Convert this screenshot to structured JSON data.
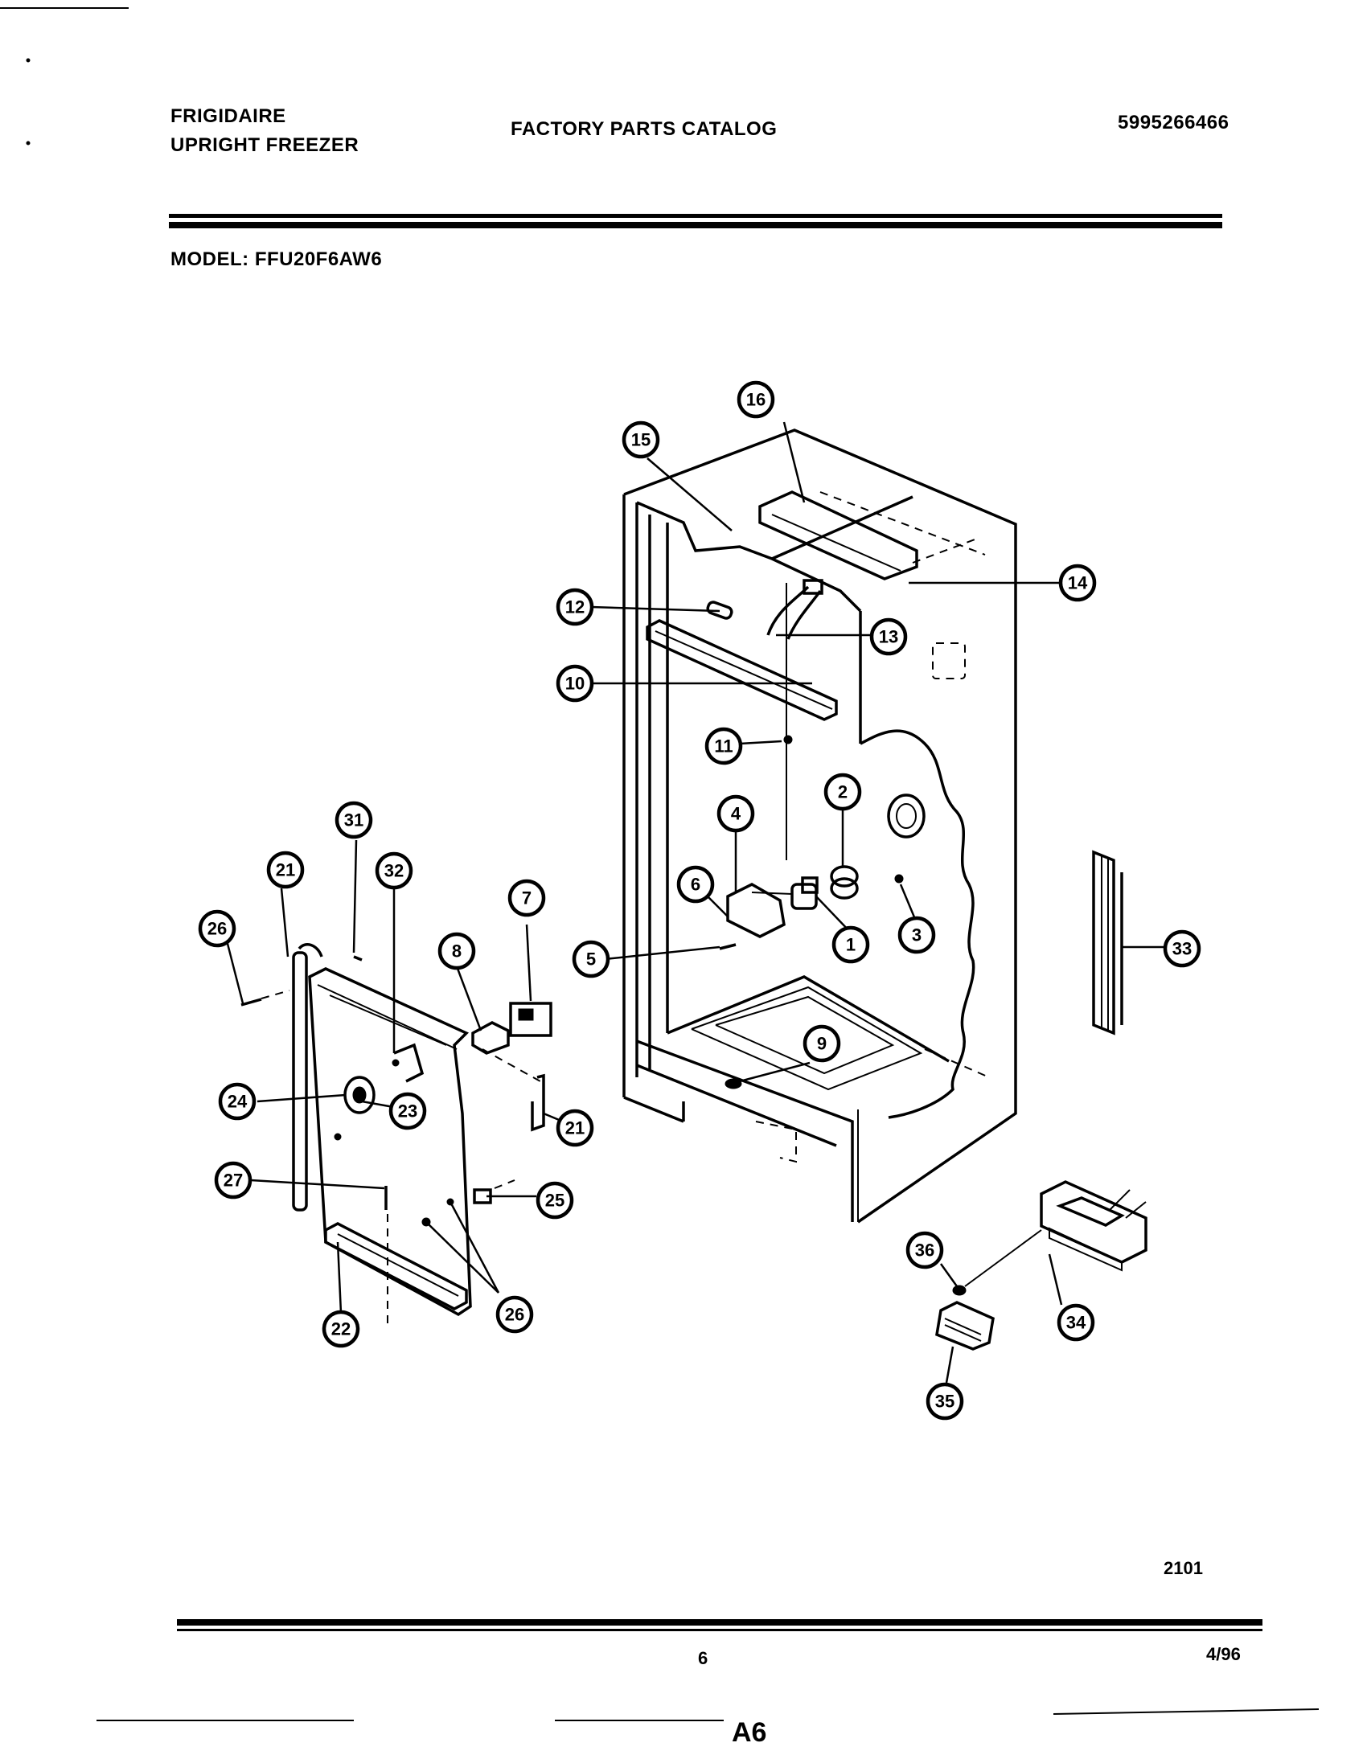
{
  "header": {
    "brand": "FRIGIDAIRE",
    "product": "UPRIGHT FREEZER",
    "catalog_title": "FACTORY PARTS CATALOG",
    "publication_number": "5995266466",
    "model_label": "MODEL: FFU20F6AW6"
  },
  "footer": {
    "diagram_code": "2101",
    "page_number": "6",
    "revision_date": "4/96",
    "section_code": "A6"
  },
  "callouts": [
    "1",
    "2",
    "3",
    "4",
    "5",
    "6",
    "7",
    "8",
    "9",
    "10",
    "11",
    "12",
    "13",
    "14",
    "15",
    "16",
    "21",
    "21",
    "22",
    "23",
    "24",
    "25",
    "26",
    "26",
    "27",
    "31",
    "32",
    "33",
    "34",
    "35",
    "36"
  ]
}
